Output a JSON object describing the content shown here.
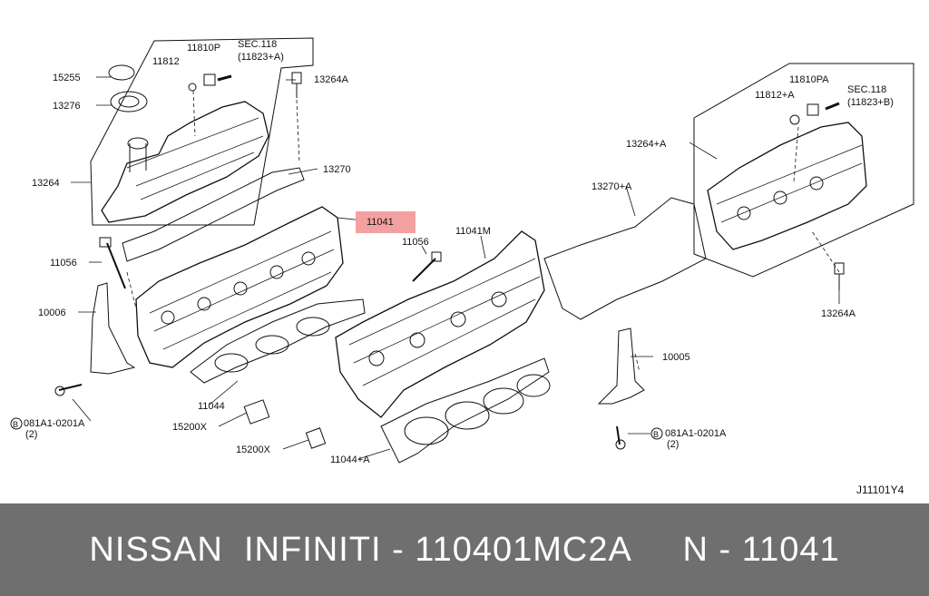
{
  "labels": {
    "p11810p": "11810P",
    "sec118": "SEC.118",
    "p11823a": "(11823+A)",
    "p11812": "11812",
    "p15255": "15255",
    "p13276": "13276",
    "p13264a_top": "13264A",
    "p13264": "13264",
    "p13270": "13270",
    "p11041": "11041",
    "p11056_left": "11056",
    "p10006": "10006",
    "p11044": "11044",
    "p15200x_a": "15200X",
    "p15200x_b": "15200X",
    "bolt_left_code": "081A1-0201A",
    "bolt_left_qty": "(2)",
    "bolt_symbol": "B",
    "p11810pa": "11810PA",
    "p11812a": "11812+A",
    "sec118b": "SEC.118",
    "p11823b": "(11823+B)",
    "p13264plusa": "13264+A",
    "p13270a": "13270+A",
    "p11041m": "11041M",
    "p11056_mid": "11056",
    "p10005": "10005",
    "p11044a": "11044+A",
    "p13264a_right": "13264A",
    "bolt_right_code": "081A1-0201A",
    "bolt_right_qty": "(2)",
    "diagram_code": "J11101Y4"
  },
  "highlight_color": "#f4a0a0",
  "banner": {
    "text": "NISSAN  INFINITI - 110401MC2A     N - 11041",
    "background": "#6f6f6f",
    "color": "#ffffff"
  }
}
